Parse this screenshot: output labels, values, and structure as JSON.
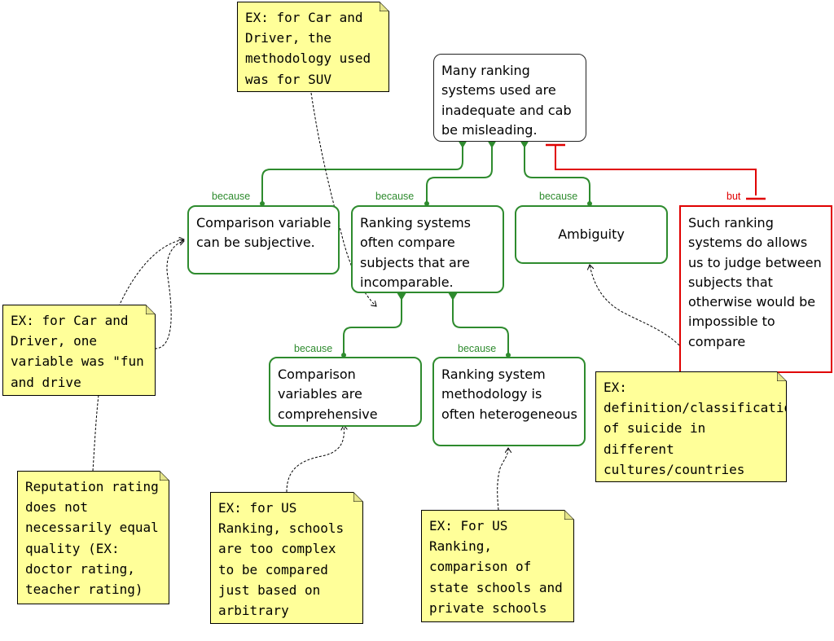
{
  "nodes": {
    "root": "Many ranking systems used are inadequate and cab be misleading.",
    "comparison_subjective": "Comparison variable can be subjective.",
    "incomparable": "Ranking systems often compare subjects that are incomparable.",
    "ambiguity": "Ambiguity",
    "objection": "Such ranking systems do allows us to judge between subjects that otherwise would be impossible to compare",
    "comprehensive": "Comparison variables are comprehensive",
    "heterogeneous": "Ranking system methodology is often heterogeneous"
  },
  "link_labels": {
    "because_1": "because",
    "because_2": "because",
    "because_3": "because",
    "because_4": "because",
    "because_5": "because",
    "but": "but"
  },
  "notes": {
    "car_driver_suv": "EX: for Car and Driver, the methodology used was for SUV",
    "car_driver_fun": "EX: for Car and Driver, one variable was \"fun and drive",
    "reputation": "Reputation rating does not necessarily equal quality (EX: doctor rating, teacher rating)",
    "us_ranking_complex": "EX: for US Ranking, schools are too complex to be compared just based on arbitrary variables",
    "us_ranking_state": "EX: For US Ranking, comparison of state schools and private schools",
    "suicide": "EX: definition/classification of suicide in different cultures/countries"
  },
  "colors": {
    "because_link": "#2e8b2e",
    "but_link": "#e00000",
    "note_fill": "#ffff99",
    "connector": "#000000"
  }
}
